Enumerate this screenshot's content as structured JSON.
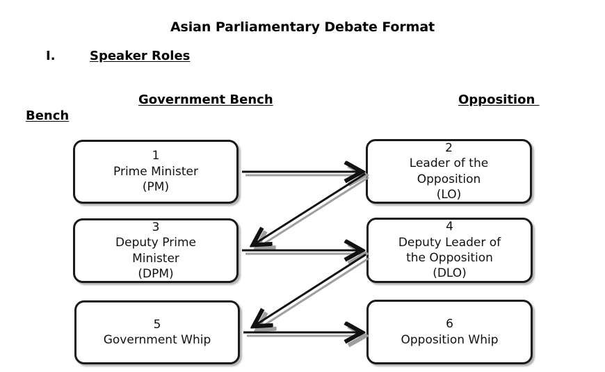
{
  "document": {
    "title": "Asian Parliamentary Debate Format",
    "section": {
      "numeral": "I.",
      "heading": "Speaker Roles"
    }
  },
  "columns": {
    "government_header": "Government Bench",
    "opposition_header": "Opposition ",
    "opposition_header_wrap": "Bench"
  },
  "speakers": [
    {
      "id": "node-1",
      "number": "1",
      "lines": [
        "Prime Minister",
        "(PM)"
      ],
      "side": "government"
    },
    {
      "id": "node-2",
      "number": "2",
      "lines": [
        "Leader of the",
        "Opposition",
        "(LO)"
      ],
      "side": "opposition"
    },
    {
      "id": "node-3",
      "number": "3",
      "lines": [
        "Deputy Prime",
        "Minister",
        "(DPM)"
      ],
      "side": "government"
    },
    {
      "id": "node-4",
      "number": "4",
      "lines": [
        "Deputy Leader of",
        "the Opposition",
        "(DLO)"
      ],
      "side": "opposition"
    },
    {
      "id": "node-5",
      "number": "5",
      "lines": [
        "Government Whip"
      ],
      "side": "government"
    },
    {
      "id": "node-6",
      "number": "6",
      "lines": [
        "Opposition Whip"
      ],
      "side": "opposition"
    }
  ],
  "speaker_text": {
    "n1_num": "1",
    "n1_l1": "Prime Minister",
    "n1_l2": "(PM)",
    "n2_num": "2",
    "n2_l1": "Leader of the",
    "n2_l2": "Opposition",
    "n2_l3": "(LO)",
    "n3_num": "3",
    "n3_l1": "Deputy Prime",
    "n3_l2": "Minister",
    "n3_l3": "(DPM)",
    "n4_num": "4",
    "n4_l1": "Deputy Leader of",
    "n4_l2": "the Opposition",
    "n4_l3": "(DLO)",
    "n5_num": "5",
    "n5_l1": "Government Whip",
    "n6_num": "6",
    "n6_l1": "Opposition Whip"
  },
  "flow": {
    "arrows": [
      {
        "name": "pm-to-lo",
        "from": "1",
        "to": "2",
        "direction": "right"
      },
      {
        "name": "lo-to-dpm",
        "from": "2",
        "to": "3",
        "direction": "down-left"
      },
      {
        "name": "dpm-to-dlo",
        "from": "3",
        "to": "4",
        "direction": "right"
      },
      {
        "name": "dlo-to-govwhip",
        "from": "4",
        "to": "5",
        "direction": "down-left"
      },
      {
        "name": "govwhip-to-oppwhip",
        "from": "5",
        "to": "6",
        "direction": "right"
      }
    ]
  },
  "colors": {
    "background": "#ffffff",
    "text": "#000000",
    "box_border": "#1a1a1a",
    "arrow": "#111111",
    "shadow": "#9a9a9a"
  }
}
